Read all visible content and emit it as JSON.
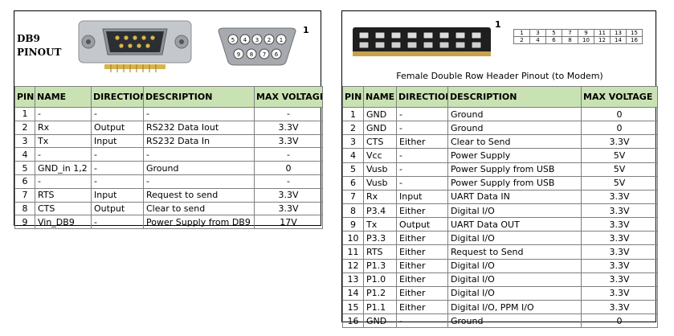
{
  "left": {
    "title": "DB9\nPINOUT",
    "connector_pin_one": "1",
    "connector_face_numbers": [
      "5",
      "4",
      "3",
      "2",
      "1",
      "9",
      "8",
      "7",
      "6"
    ],
    "headers": [
      "PIN",
      "NAME",
      "DIRECTION",
      "DESCRIPTION",
      "MAX VOLTAGE"
    ],
    "rows": [
      [
        "1",
        "-",
        "-",
        "-",
        "-"
      ],
      [
        "2",
        "Rx",
        "Output",
        "RS232 Data Iout",
        "3.3V"
      ],
      [
        "3",
        "Tx",
        "Input",
        "RS232 Data In",
        "3.3V"
      ],
      [
        "4",
        "-",
        "-",
        "-",
        "-"
      ],
      [
        "5",
        "GND_in 1,2",
        "-",
        "Ground",
        "0"
      ],
      [
        "6",
        "-",
        "-",
        "-",
        "-"
      ],
      [
        "7",
        "RTS",
        "Input",
        "Request to send",
        "3.3V"
      ],
      [
        "8",
        "CTS",
        "Output",
        "Clear to send",
        "3.3V"
      ],
      [
        "9",
        "Vin_DB9",
        "-",
        "Power Supply from DB9",
        "17V"
      ]
    ]
  },
  "right": {
    "caption": "Female Double Row Header Pinout (to Modem)",
    "header_pin_one": "1",
    "header_grid": [
      [
        "1",
        "3",
        "5",
        "7",
        "9",
        "11",
        "13",
        "15"
      ],
      [
        "2",
        "4",
        "6",
        "8",
        "10",
        "12",
        "14",
        "16"
      ]
    ],
    "headers": [
      "PIN",
      "NAME",
      "DIRECTION",
      "DESCRIPTION",
      "MAX VOLTAGE"
    ],
    "rows": [
      [
        "1",
        "GND",
        "-",
        "Ground",
        "0"
      ],
      [
        "2",
        "GND",
        "-",
        "Ground",
        "0"
      ],
      [
        "3",
        "CTS",
        "Either",
        "Clear to Send",
        "3.3V"
      ],
      [
        "4",
        "Vcc",
        "-",
        "Power Supply",
        "5V"
      ],
      [
        "5",
        "Vusb",
        "-",
        "Power Supply from USB",
        "5V"
      ],
      [
        "6",
        "Vusb",
        "-",
        "Power Supply from USB",
        "5V"
      ],
      [
        "7",
        "Rx",
        "Input",
        "UART Data IN",
        "3.3V"
      ],
      [
        "8",
        "P3.4",
        "Either",
        "Digital I/O",
        "3.3V"
      ],
      [
        "9",
        "Tx",
        "Output",
        "UART Data OUT",
        "3.3V"
      ],
      [
        "10",
        "P3.3",
        "Either",
        "Digital I/O",
        "3.3V"
      ],
      [
        "11",
        "RTS",
        "Either",
        "Request to Send",
        "3.3V"
      ],
      [
        "12",
        "P1.3",
        "Either",
        "Digital I/O",
        "3.3V"
      ],
      [
        "13",
        "P1.0",
        "Either",
        "Digital I/O",
        "3.3V"
      ],
      [
        "14",
        "P1.2",
        "Either",
        "Digital I/O",
        "3.3V"
      ],
      [
        "15",
        "P1.1",
        "Either",
        "Digital I/O, PPM I/O",
        "3.3V"
      ],
      [
        "16",
        "GND",
        "-",
        "Ground",
        "0"
      ]
    ]
  },
  "colors": {
    "header_bg": "#c9e2b3",
    "connector_metal": "#b8bcc0",
    "gold": "#c8a24a"
  }
}
